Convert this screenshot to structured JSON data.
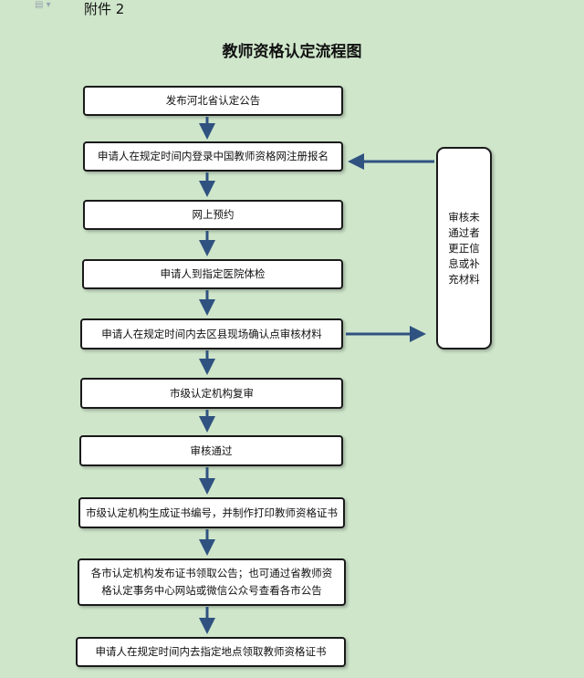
{
  "header": {
    "doc_icon": "document-icon",
    "attachment_label": "附件 2"
  },
  "title": "教师资格认定流程图",
  "steps": [
    "发布河北省认定公告",
    "申请人在规定时间内登录中国教师资格网注册报名",
    "网上预约",
    "申请人到指定医院体检",
    "申请人在规定时间内去区县现场确认点审核材料",
    "市级认定机构复审",
    "审核通过",
    "市级认定机构生成证书编号，并制作打印教师资格证书",
    "各市认定机构发布证书领取公告；也可通过省教师资格认定事务中心网站或微信公众号查看各市公告",
    "申请人在规定时间内去指定地点领取教师资格证书"
  ],
  "side_note": "审核未通过者更正信息或补充材料",
  "colors": {
    "background": "#cfe6cb",
    "arrow": "#2f5280",
    "box_border": "#1a1a1a"
  }
}
